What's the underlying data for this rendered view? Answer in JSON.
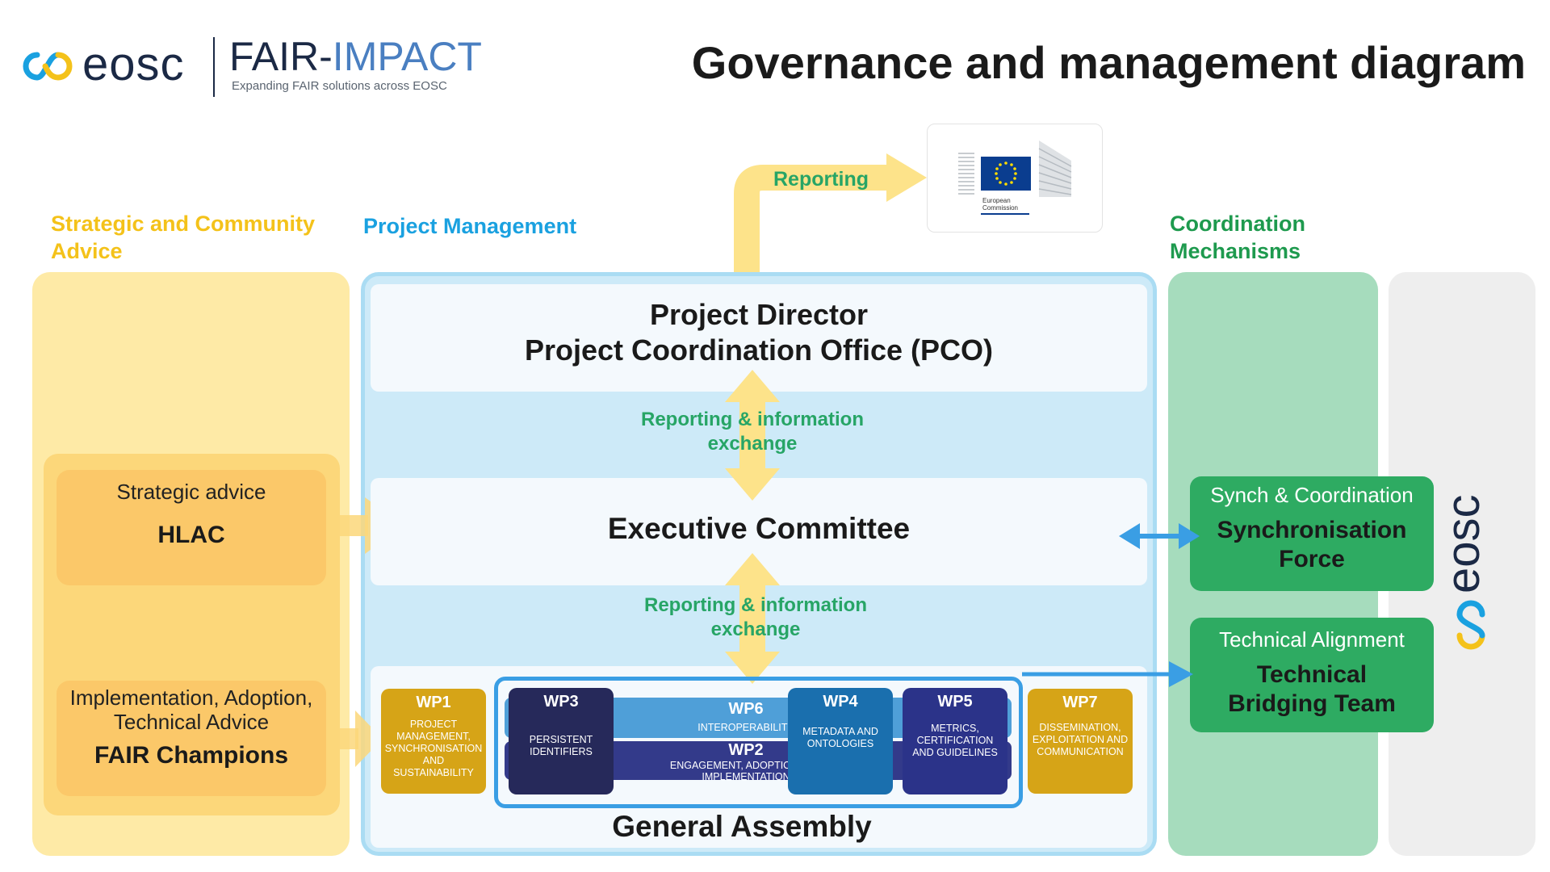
{
  "header": {
    "eosc_logo_text": "eosc",
    "fair_title_main": "FAIR-",
    "fair_title_accent": "IMPACT",
    "fair_subtitle": "Expanding FAIR solutions across EOSC",
    "page_title": "Governance and management diagram"
  },
  "sections": {
    "strategic": "Strategic and Community Advice",
    "project_management": "Project Management",
    "coordination": "Coordination Mechanisms"
  },
  "advice": {
    "strategic_label": "Strategic advice",
    "hlac": "HLAC",
    "implementation_label": "Implementation, Adoption, Technical Advice",
    "fair_champions": "FAIR Champions"
  },
  "management": {
    "pd_line1": "Project Director",
    "pd_line2": "Project Coordination Office (PCO)",
    "exec": "Executive Committee",
    "reporting_exchange_1": "Reporting & information exchange",
    "reporting_exchange_2": "Reporting & information exchange",
    "general_assembly": "General Assembly"
  },
  "reporting": {
    "label": "Reporting",
    "ec_name_line1": "European",
    "ec_name_line2": "Commission"
  },
  "work_packages": {
    "wp1": {
      "id": "WP1",
      "desc": "PROJECT MANAGEMENT, SYNCHRONISATION AND SUSTAINABILITY"
    },
    "wp3": {
      "id": "WP3",
      "desc": "PERSISTENT IDENTIFIERS"
    },
    "wp6": {
      "id": "WP6",
      "desc": "INTEROPERABILITY"
    },
    "wp2": {
      "id": "WP2",
      "desc": "ENGAGEMENT, ADOPTION AND IMPLEMENTATION"
    },
    "wp4": {
      "id": "WP4",
      "desc": "METADATA AND ONTOLOGIES"
    },
    "wp5": {
      "id": "WP5",
      "desc": "METRICS, CERTIFICATION AND GUIDELINES"
    },
    "wp7": {
      "id": "WP7",
      "desc": "DISSEMINATION, EXPLOITATION AND COMMUNICATION"
    }
  },
  "coordination": {
    "synch_label": "Synch & Coordination",
    "synch_name": "Synchronisation Force",
    "tech_label": "Technical Alignment",
    "tech_name": "Technical Bridging Team"
  },
  "side_logo": "eosc",
  "colors": {
    "yellow_col": "#feeaa6",
    "blue_col": "#cdeaf8",
    "green_col": "#a6dcbd",
    "grey_col": "#eeeeee",
    "accent_green_text": "#27a566",
    "arrow_blue": "#3a9ee4",
    "arrow_yellow": "#fde38a"
  }
}
